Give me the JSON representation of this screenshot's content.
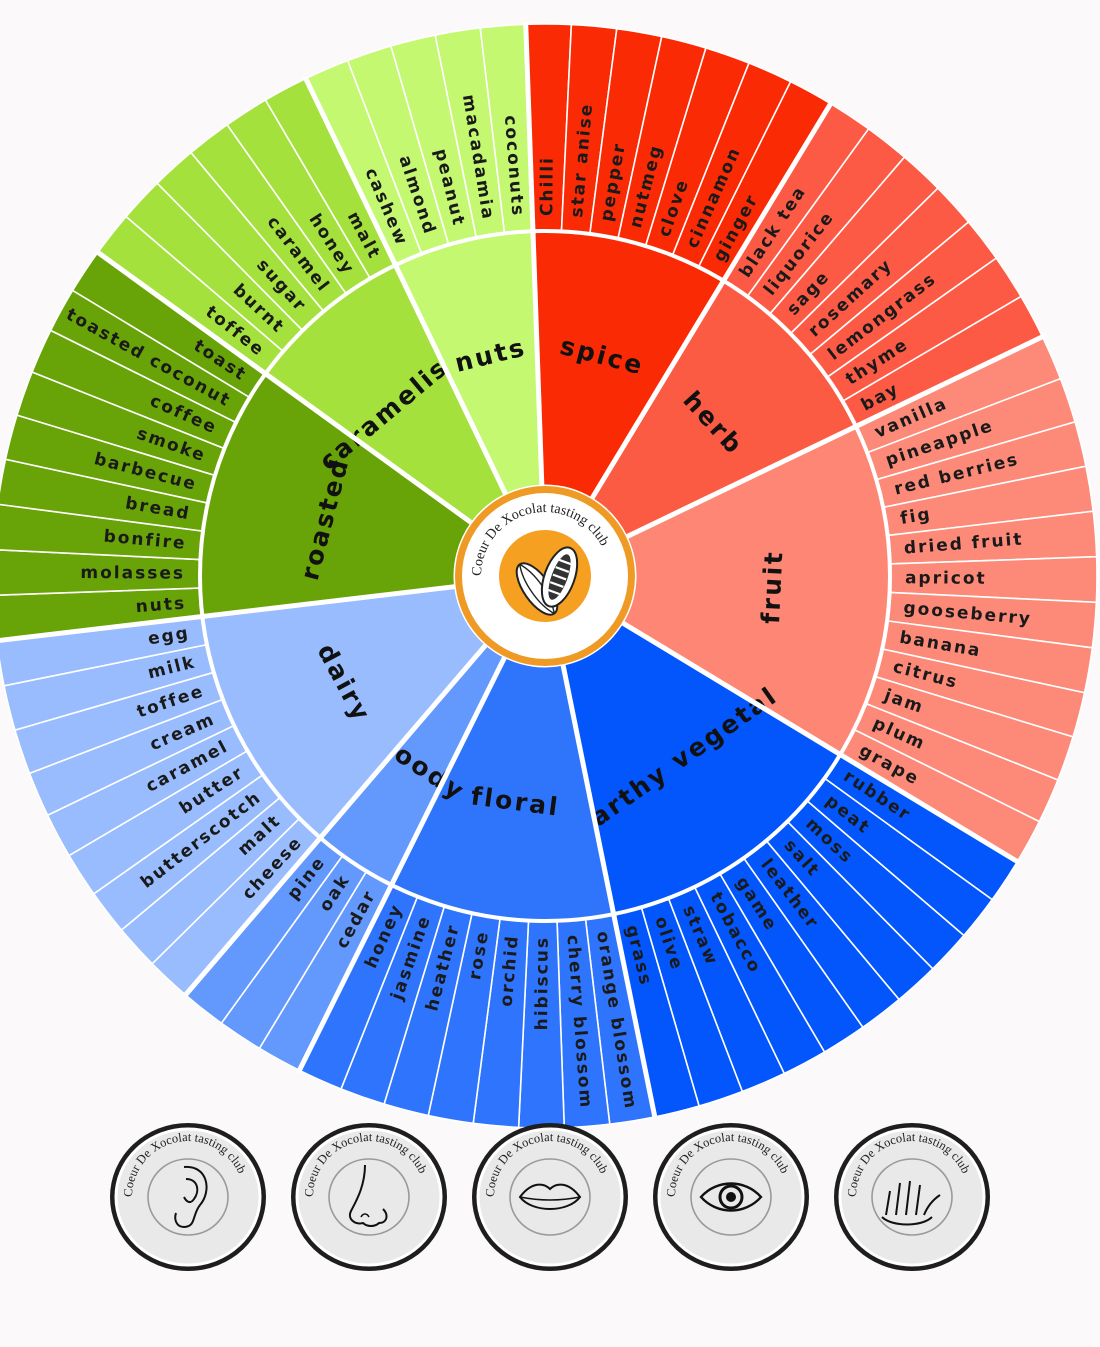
{
  "emblem": {
    "text": "Coeur De Xocolat tasting club",
    "icon": "cacao-pod-icon",
    "ring_color": "#ef9a25"
  },
  "wheel": {
    "separator_color": "#ffffff",
    "categories": [
      {
        "name": "spice",
        "color": "#fa2a05",
        "leaf_color": "#fa2a05",
        "items": [
          "Chilli",
          "star anise",
          "pepper",
          "nutmeg",
          "clove",
          "cinnamon",
          "ginger"
        ]
      },
      {
        "name": "herb",
        "color": "#fb5b43",
        "leaf_color": "#fc5a44",
        "items": [
          "black tea",
          "liquorice",
          "sage",
          "rosemary",
          "lemongrass",
          "thyme",
          "bay"
        ]
      },
      {
        "name": "fruit",
        "color": "#fd8774",
        "leaf_color": "#fd8a78",
        "items": [
          "vanilla",
          "pineapple",
          "red berries",
          "fig",
          "dried fruit",
          "apricot",
          "gooseberry",
          "banana",
          "citrus",
          "jam",
          "plum",
          "grape"
        ]
      },
      {
        "name": "earthy vegetal",
        "color": "#0356fb",
        "leaf_color": "#0356fb",
        "items": [
          "rubber",
          "peat",
          "moss",
          "salt",
          "leather",
          "game",
          "tobacco",
          "straw",
          "olive",
          "grass"
        ]
      },
      {
        "name": "floral",
        "color": "#2f75fc",
        "leaf_color": "#2e74fd",
        "items": [
          "orange blossom",
          "cherry blossom",
          "hibiscus",
          "orchid",
          "rose",
          "heather",
          "jasmine",
          "honey"
        ]
      },
      {
        "name": "woody",
        "color": "#6398fd",
        "leaf_color": "#6398fd",
        "items": [
          "cedar",
          "oak",
          "pine"
        ]
      },
      {
        "name": "dairy",
        "color": "#98bcfd",
        "leaf_color": "#98bcfd",
        "items": [
          "cheese",
          "malt",
          "butterscotch",
          "butter",
          "caramel",
          "cream",
          "toffee",
          "milk",
          "egg"
        ]
      },
      {
        "name": "roasted",
        "color": "#68a307",
        "leaf_color": "#68a307",
        "items": [
          "nuts",
          "molasses",
          "bonfire",
          "bread",
          "barbecue",
          "smoke",
          "coffee",
          "toasted coconut",
          "toast"
        ]
      },
      {
        "name": "caramelised",
        "color": "#a4e13c",
        "leaf_color": "#a4e13c",
        "items": [
          "toffee",
          "burnt",
          "sugar",
          "caramel",
          "honey",
          "malt"
        ]
      },
      {
        "name": "nuts",
        "color": "#c3f870",
        "leaf_color": "#c3f870",
        "items": [
          "cashew",
          "almond",
          "peanut",
          "macadamia",
          "coconuts"
        ]
      }
    ]
  },
  "senses": [
    {
      "icon": "ear-icon",
      "text": "Coeur De Xocolat tasting club"
    },
    {
      "icon": "nose-icon",
      "text": "Coeur De Xocolat tasting club"
    },
    {
      "icon": "lips-icon",
      "text": "Coeur De Xocolat tasting club"
    },
    {
      "icon": "eye-icon",
      "text": "Coeur De Xocolat tasting club"
    },
    {
      "icon": "hand-icon",
      "text": "Coeur De Xocolat tasting club"
    }
  ]
}
